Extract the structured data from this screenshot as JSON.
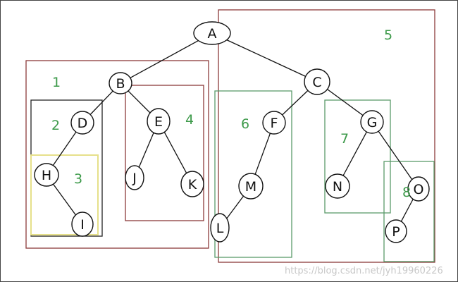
{
  "nodes": [
    {
      "id": "A",
      "label": "A"
    },
    {
      "id": "B",
      "label": "B"
    },
    {
      "id": "C",
      "label": "C"
    },
    {
      "id": "D",
      "label": "D"
    },
    {
      "id": "E",
      "label": "E"
    },
    {
      "id": "F",
      "label": "F"
    },
    {
      "id": "G",
      "label": "G"
    },
    {
      "id": "H",
      "label": "H"
    },
    {
      "id": "I",
      "label": "I"
    },
    {
      "id": "J",
      "label": "J"
    },
    {
      "id": "K",
      "label": "K"
    },
    {
      "id": "L",
      "label": "L"
    },
    {
      "id": "M",
      "label": "M"
    },
    {
      "id": "N",
      "label": "N"
    },
    {
      "id": "O",
      "label": "O"
    },
    {
      "id": "P",
      "label": "P"
    }
  ],
  "edges": [
    [
      "A",
      "B"
    ],
    [
      "A",
      "C"
    ],
    [
      "B",
      "D"
    ],
    [
      "B",
      "E"
    ],
    [
      "D",
      "H"
    ],
    [
      "H",
      "I"
    ],
    [
      "E",
      "J"
    ],
    [
      "E",
      "K"
    ],
    [
      "C",
      "F"
    ],
    [
      "C",
      "G"
    ],
    [
      "F",
      "M"
    ],
    [
      "M",
      "L"
    ],
    [
      "G",
      "N"
    ],
    [
      "G",
      "O"
    ],
    [
      "O",
      "P"
    ]
  ],
  "regions": [
    {
      "id": "r1",
      "label": "1",
      "color": "#8b3a3a"
    },
    {
      "id": "r2",
      "label": "2",
      "color": "#222222"
    },
    {
      "id": "r3",
      "label": "3",
      "color": "#e6e08a"
    },
    {
      "id": "r4",
      "label": "4",
      "color": "#8b3a3a"
    },
    {
      "id": "r5",
      "label": "5",
      "color": "#8b3a3a"
    },
    {
      "id": "r6",
      "label": "6",
      "color": "#5a9a6a"
    },
    {
      "id": "r7",
      "label": "7",
      "color": "#5a9a6a"
    },
    {
      "id": "r8",
      "label": "8",
      "color": "#5a9a6a"
    }
  ],
  "label_color": "#3d9a4a",
  "watermark": "https://blog.csdn.net/jyh19960226"
}
